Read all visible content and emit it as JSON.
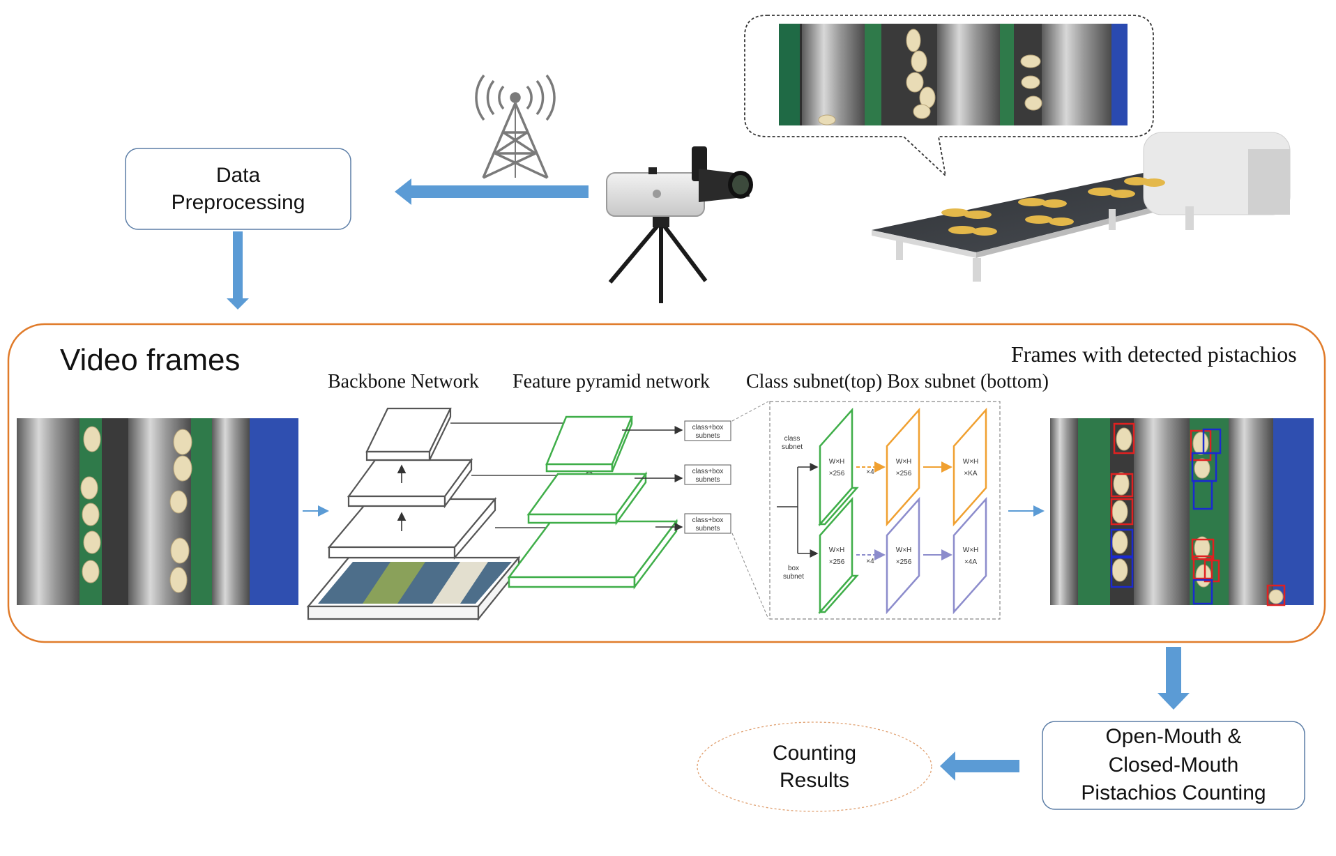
{
  "nodes": {
    "data_preprocessing": {
      "line1": "Data",
      "line2": "Preprocessing"
    },
    "counting_step": {
      "line1": "Open-Mouth &",
      "line2": "Closed-Mouth",
      "line3": "Pistachios Counting"
    },
    "counting_results": {
      "line1": "Counting",
      "line2": "Results"
    }
  },
  "pipeline": {
    "video_frames_label": "Video frames",
    "backbone_label": "Backbone Network",
    "fpn_label": "Feature pyramid network",
    "subnet_label": "Class subnet(top) Box subnet (bottom)",
    "detected_label": "Frames with detected pistachios",
    "fpn_outputs": [
      "class+box",
      "subnets"
    ],
    "subnet_detail": {
      "class_subnet": [
        "class",
        "subnet"
      ],
      "box_subnet": [
        "box",
        "subnet"
      ],
      "wxh": "W×H",
      "x256": "×256",
      "x4": "×4",
      "xka": "×KA",
      "x4a": "×4A"
    }
  },
  "colors": {
    "arrow_blue": "#5b9bd5",
    "pipeline_border": "#e07b2a",
    "fpn_green": "#3fae49",
    "subnet_orange": "#f0a030",
    "subnet_purple": "#8c8ccc",
    "detect_red": "#e02020",
    "detect_blue": "#1a2ad0"
  }
}
